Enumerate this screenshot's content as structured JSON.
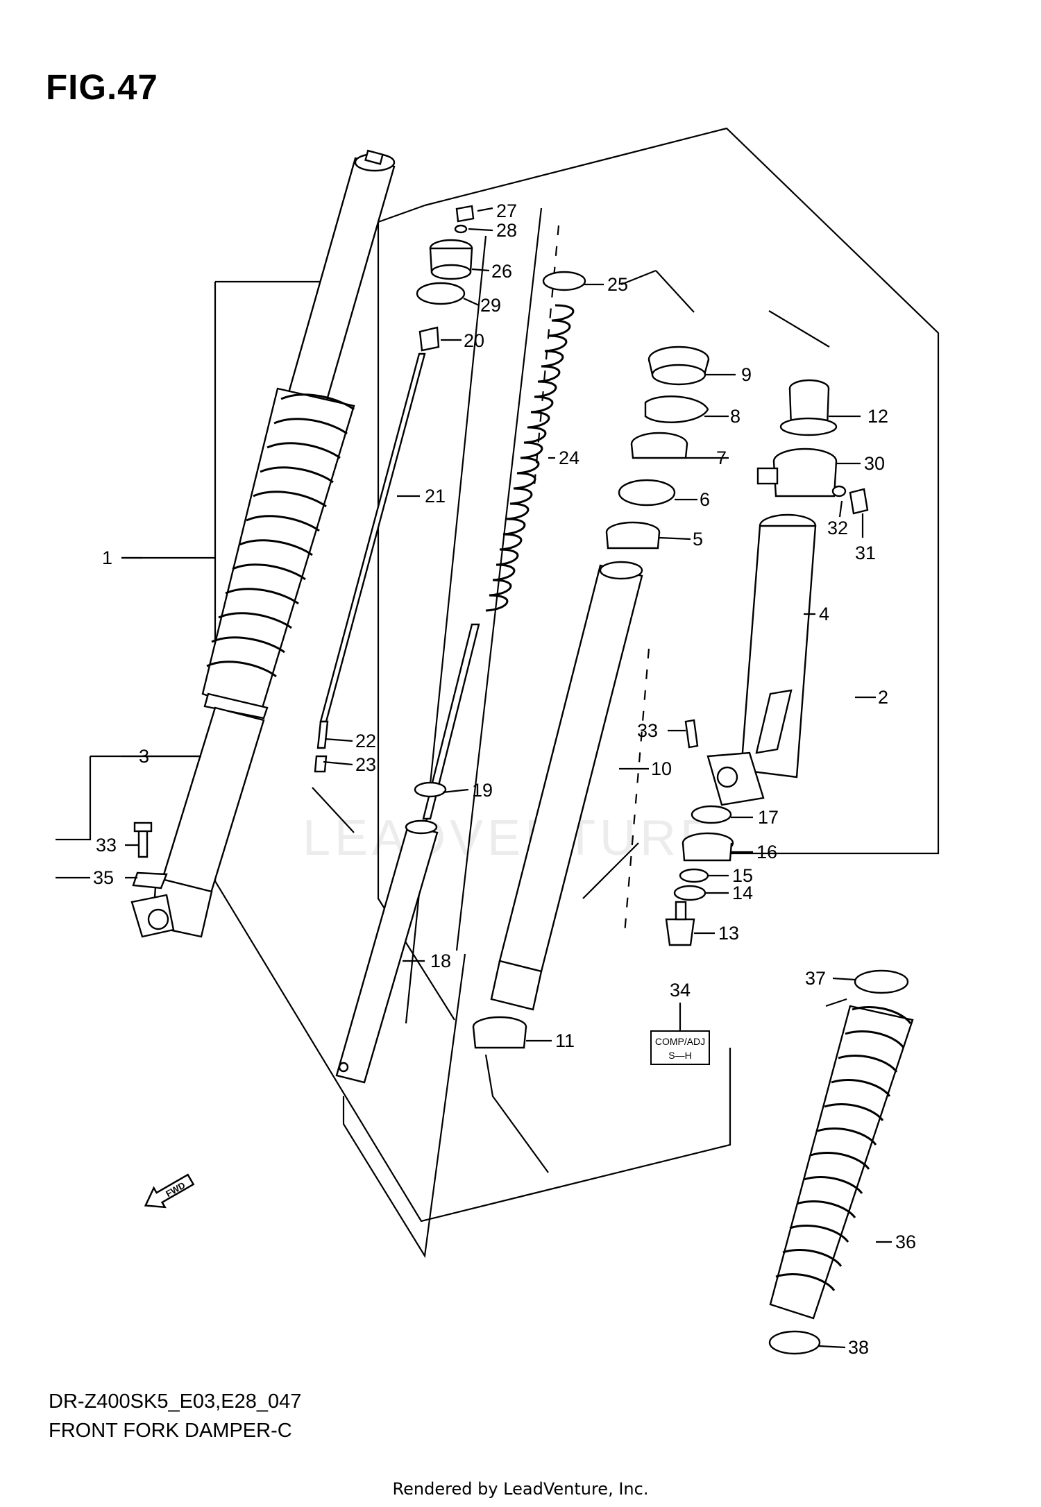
{
  "header": {
    "figure_title": "FIG.47"
  },
  "footer": {
    "model_code": "DR-Z400SK5_E03,E28_047",
    "assembly_name": "FRONT FORK DAMPER-C",
    "credit": "Rendered by LeadVenture, Inc."
  },
  "callouts": {
    "c1": "1",
    "c2": "2",
    "c3": "3",
    "c4": "4",
    "c5": "5",
    "c6": "6",
    "c7": "7",
    "c8": "8",
    "c9": "9",
    "c10": "10",
    "c11": "11",
    "c12": "12",
    "c13": "13",
    "c14": "14",
    "c15": "15",
    "c16": "16",
    "c17": "17",
    "c18": "18",
    "c19": "19",
    "c20": "20",
    "c21": "21",
    "c22": "22",
    "c23": "23",
    "c24": "24",
    "c25": "25",
    "c26": "26",
    "c27": "27",
    "c28": "28",
    "c29": "29",
    "c30": "30",
    "c31": "31",
    "c32": "32",
    "c33a": "33",
    "c33b": "33",
    "c34": "34",
    "c35": "35",
    "c36": "36",
    "c37": "37",
    "c38": "38"
  },
  "adjuster_tag": {
    "line1": "COMP/ADJ",
    "line2": "S—H"
  },
  "fwd_arrow": "FWD",
  "watermark": "LEADVENTURE"
}
